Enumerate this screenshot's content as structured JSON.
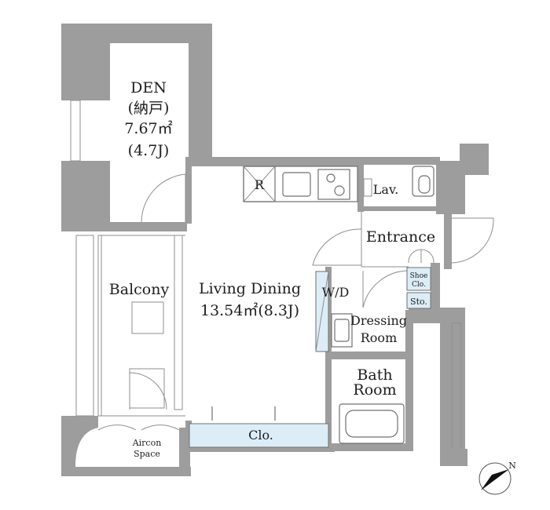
{
  "rooms": {
    "den": {
      "name": "DEN",
      "subname": "(納戸)",
      "area": "7.67㎡",
      "tatami": "(4.7J)"
    },
    "living_dining": {
      "name": "Living Dining",
      "area": "13.54㎡(8.3J)"
    },
    "balcony": {
      "name": "Balcony"
    },
    "aircon": {
      "line1": "Aircon",
      "line2": "Space"
    },
    "closet": {
      "name": "Clo."
    },
    "wd": {
      "name": "W/D"
    },
    "dressing": {
      "line1": "Dressing",
      "line2": "Room"
    },
    "bath": {
      "line1": "Bath",
      "line2": "Room"
    },
    "lavatory": {
      "name": "Lav."
    },
    "entrance": {
      "name": "Entrance"
    },
    "shoe_closet": {
      "line1": "Shoe",
      "line2": "Clo."
    },
    "storage": {
      "name": "Sto."
    },
    "refrigerator": {
      "name": "R"
    }
  },
  "compass": {
    "label": "N"
  },
  "colors": {
    "wall": "#9d9d9d",
    "storage_fill": "#dcedf7"
  }
}
